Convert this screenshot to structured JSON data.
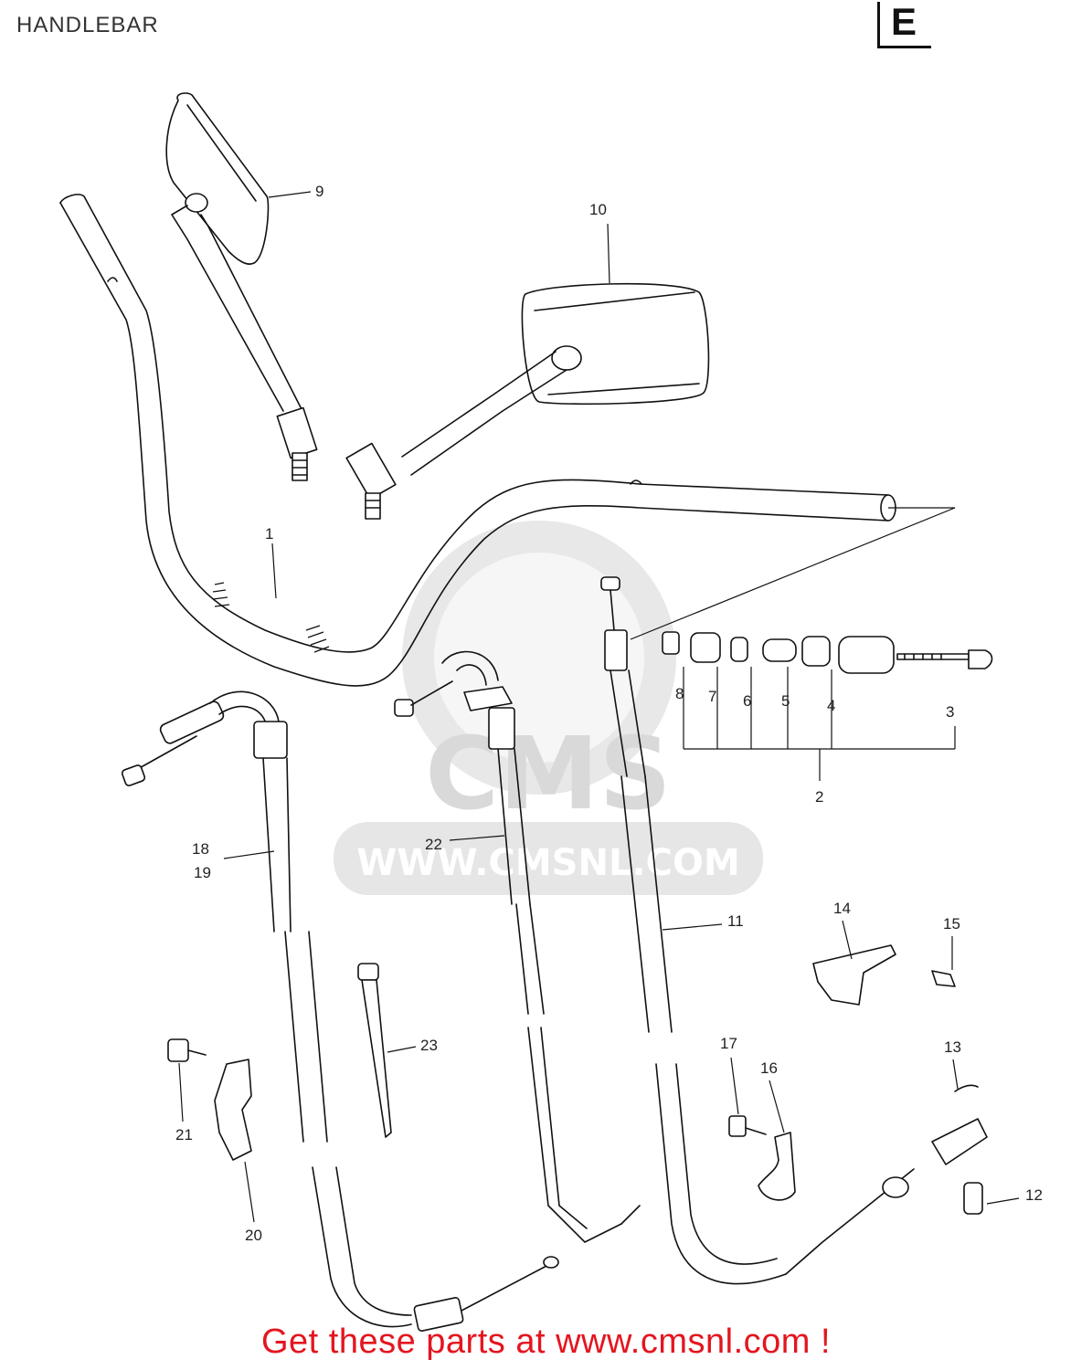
{
  "title": "HANDLEBAR",
  "corner_letter": "E",
  "watermark": {
    "brand": "CMS",
    "url": "WWW.CMSNL.COM"
  },
  "banner": "Get these parts at www.cmsnl.com !",
  "colors": {
    "banner": "#e4151f",
    "linework": "#111111",
    "watermark": "#d6d6d6"
  },
  "callouts": [
    "1",
    "2",
    "3",
    "4",
    "5",
    "6",
    "7",
    "8",
    "9",
    "10",
    "11",
    "12",
    "13",
    "14",
    "15",
    "16",
    "17",
    "18",
    "19",
    "20",
    "21",
    "22",
    "23"
  ]
}
